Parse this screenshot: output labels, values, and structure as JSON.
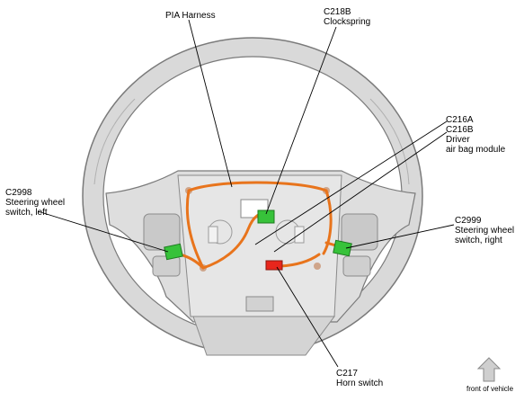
{
  "diagram": {
    "labels": {
      "pia_harness": "PIA Harness",
      "c218b_code": "C218B",
      "c218b_name": "Clockspring",
      "c216a": "C216A",
      "c216b_code": "C216B",
      "c216b_line1": "Driver",
      "c216b_line2": "air bag module",
      "c2998_code": "C2998",
      "c2998_line1": "Steering wheel",
      "c2998_line2": "switch, left",
      "c2999_code": "C2999",
      "c2999_line1": "Steering wheel",
      "c2999_line2": "switch, right",
      "c217_code": "C217",
      "c217_name": "Horn switch",
      "front_of_vehicle": "front of vehicle"
    },
    "colors": {
      "harness": "#e8741c",
      "connector_green": "#37c23a",
      "connector_red": "#e8261c",
      "wheel_fill": "#d9d9d9",
      "wheel_edge": "#7a7a7a",
      "arrow_fill": "#cfcfcf"
    }
  }
}
